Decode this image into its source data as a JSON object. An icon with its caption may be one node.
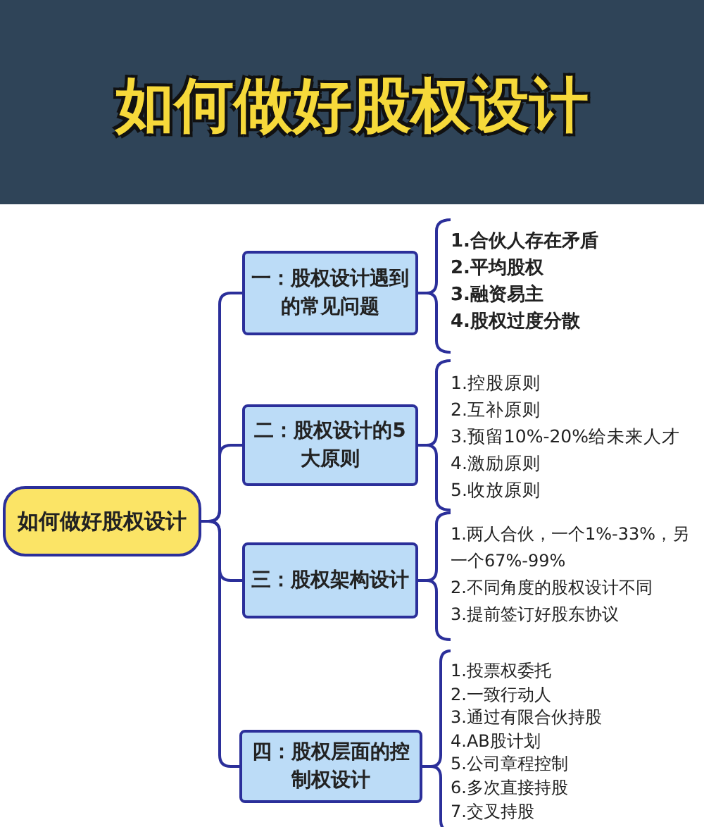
{
  "diagram": {
    "title": "如何做好股权设计",
    "nodes": [
      {
        "text": [
          "如何做好股权设计"
        ]
      },
      {
        "text": [
          "一：股权设计遇到的常见问题"
        ]
      },
      {
        "text": [
          "二：股权设计的5大原则"
        ]
      },
      {
        "text": [
          "三：股权架构设计"
        ]
      },
      {
        "text": [
          "四：股权层面的控制权设计"
        ]
      },
      {
        "text": [
          "1.合伙人存在矛盾",
          "2.平均股权",
          "3.融资易主",
          "4.股权过度分散"
        ]
      },
      {
        "text": [
          "1.控股原则",
          "2.互补原则",
          "3.预留10%-20%给未来人才",
          "4.激励原则",
          "5.收放原则"
        ]
      },
      {
        "text": [
          "1.两人合伙，一个1%-33%，另一个67%-99%",
          "2.不同角度的股权设计不同",
          "3.提前签订好股东协议"
        ]
      },
      {
        "text": [
          "1.投票权委托",
          "2.一致行动人",
          "3.通过有限合伙持股",
          "4.AB股计划",
          "5.公司章程控制",
          "6.多次直接持股",
          "7.交叉持股"
        ]
      }
    ],
    "edges": [
      {
        "from": 0,
        "to": 1,
        "arrow": "none"
      },
      {
        "from": 0,
        "to": 2,
        "arrow": "none"
      },
      {
        "from": 0,
        "to": 3,
        "arrow": "none"
      },
      {
        "from": 0,
        "to": 4,
        "arrow": "none"
      },
      {
        "from": 1,
        "to": 5,
        "arrow": "none"
      },
      {
        "from": 2,
        "to": 6,
        "arrow": "none"
      },
      {
        "from": 3,
        "to": 7,
        "arrow": "none"
      },
      {
        "from": 4,
        "to": 8,
        "arrow": "none"
      }
    ]
  }
}
